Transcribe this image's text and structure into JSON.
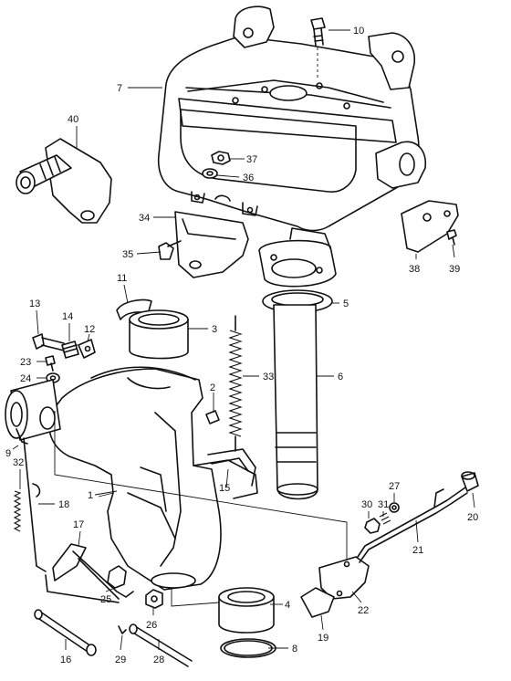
{
  "diagram": {
    "callouts": [
      {
        "id": "c10",
        "label": "10"
      },
      {
        "id": "c7",
        "label": "7"
      },
      {
        "id": "c40",
        "label": "40"
      },
      {
        "id": "c37",
        "label": "37"
      },
      {
        "id": "c36",
        "label": "36"
      },
      {
        "id": "c34",
        "label": "34"
      },
      {
        "id": "c35",
        "label": "35"
      },
      {
        "id": "c38",
        "label": "38"
      },
      {
        "id": "c39",
        "label": "39"
      },
      {
        "id": "c11",
        "label": "11"
      },
      {
        "id": "c3",
        "label": "3"
      },
      {
        "id": "c5",
        "label": "5"
      },
      {
        "id": "c13",
        "label": "13"
      },
      {
        "id": "c14",
        "label": "14"
      },
      {
        "id": "c12",
        "label": "12"
      },
      {
        "id": "c23",
        "label": "23"
      },
      {
        "id": "c24",
        "label": "24"
      },
      {
        "id": "c33",
        "label": "33"
      },
      {
        "id": "c6",
        "label": "6"
      },
      {
        "id": "c2",
        "label": "2"
      },
      {
        "id": "c9",
        "label": "9"
      },
      {
        "id": "c32",
        "label": "32"
      },
      {
        "id": "c18",
        "label": "18"
      },
      {
        "id": "c1",
        "label": "1"
      },
      {
        "id": "c15",
        "label": "15"
      },
      {
        "id": "c17",
        "label": "17"
      },
      {
        "id": "c27",
        "label": "27"
      },
      {
        "id": "c31",
        "label": "31"
      },
      {
        "id": "c30",
        "label": "30"
      },
      {
        "id": "c20",
        "label": "20"
      },
      {
        "id": "c21",
        "label": "21"
      },
      {
        "id": "c25",
        "label": "25"
      },
      {
        "id": "c26",
        "label": "26"
      },
      {
        "id": "c4",
        "label": "4"
      },
      {
        "id": "c22",
        "label": "22"
      },
      {
        "id": "c19",
        "label": "19"
      },
      {
        "id": "c8",
        "label": "8"
      },
      {
        "id": "c16",
        "label": "16"
      },
      {
        "id": "c29",
        "label": "29"
      },
      {
        "id": "c28",
        "label": "28"
      }
    ]
  }
}
